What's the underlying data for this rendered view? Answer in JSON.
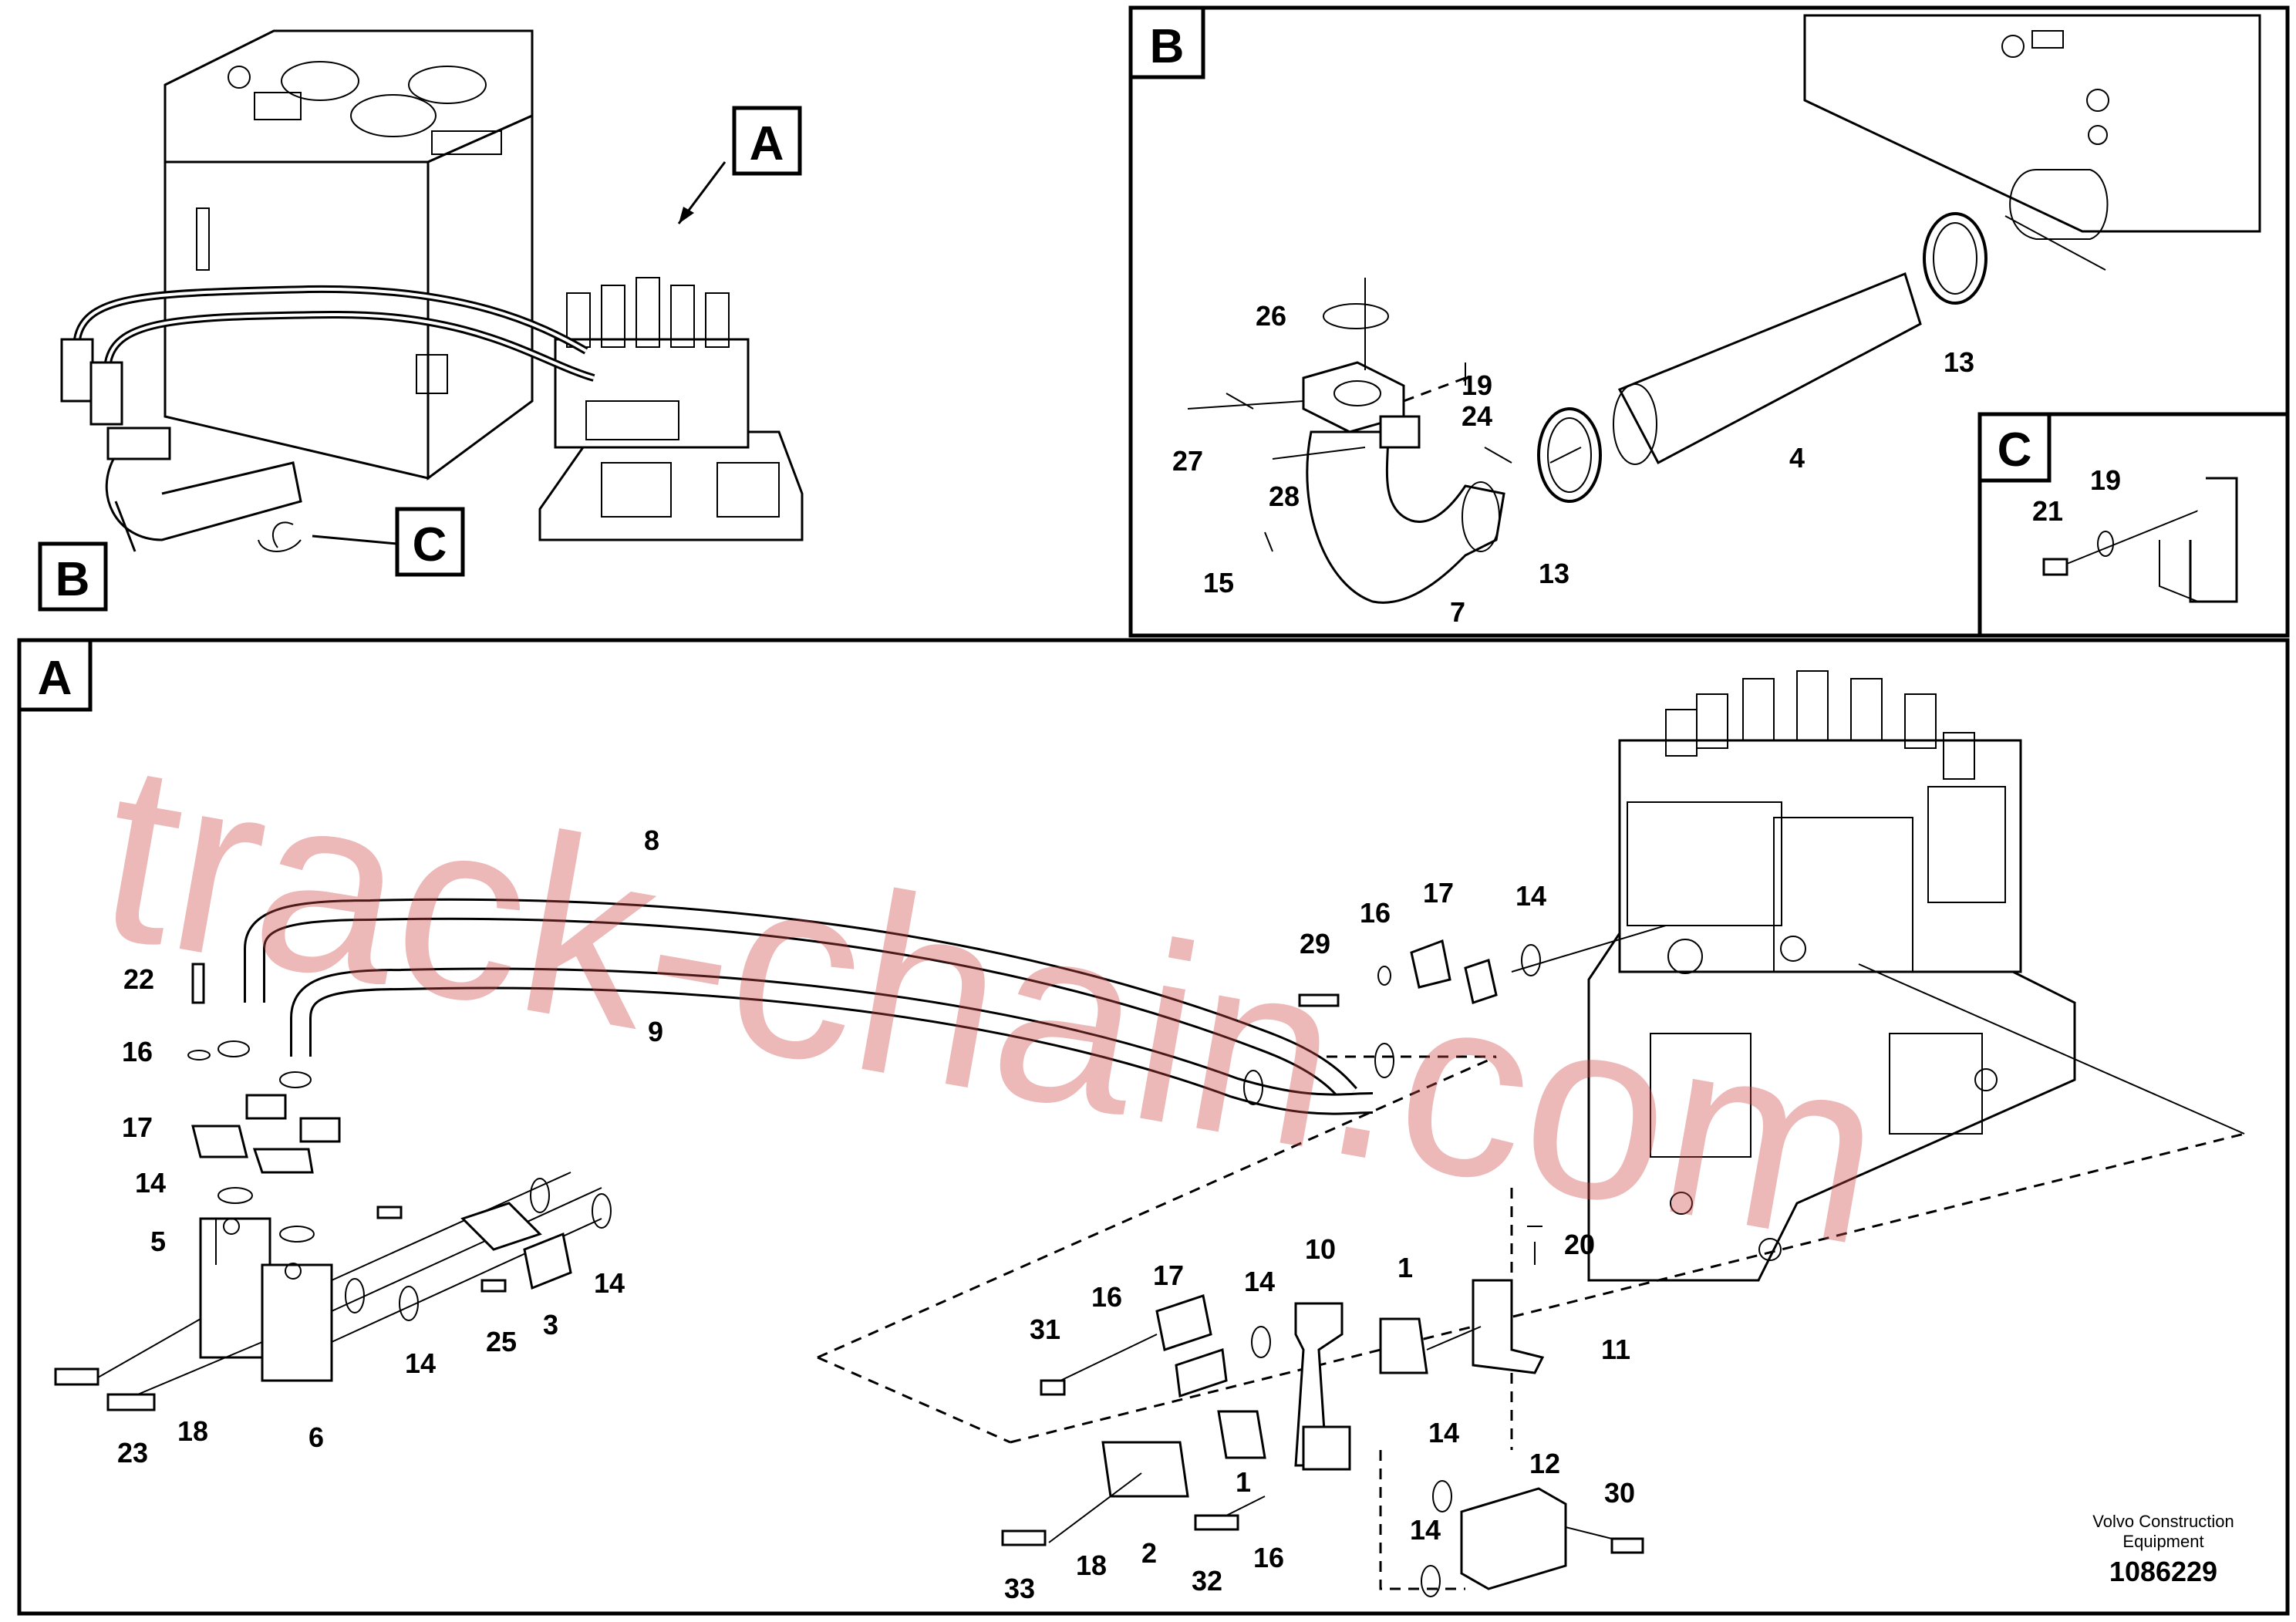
{
  "detail_labels": {
    "A": "A",
    "B": "B",
    "C": "C"
  },
  "parts": {
    "p1": "1",
    "p2": "2",
    "p3": "3",
    "p4": "4",
    "p5": "5",
    "p6": "6",
    "p7": "7",
    "p8": "8",
    "p9": "9",
    "p10": "10",
    "p11": "11",
    "p12": "12",
    "p13": "13",
    "p14": "14",
    "p15": "15",
    "p16": "16",
    "p17": "17",
    "p18": "18",
    "p19": "19",
    "p20": "20",
    "p21": "21",
    "p22": "22",
    "p23": "23",
    "p24": "24",
    "p25": "25",
    "p26": "26",
    "p27": "27",
    "p28": "28",
    "p29": "29",
    "p30": "30",
    "p31": "31",
    "p32": "32",
    "p33": "33"
  },
  "footer": {
    "company_line1": "Volvo Construction",
    "company_line2": "Equipment",
    "drawing_number": "1086229"
  },
  "watermark": "track-chain.com"
}
